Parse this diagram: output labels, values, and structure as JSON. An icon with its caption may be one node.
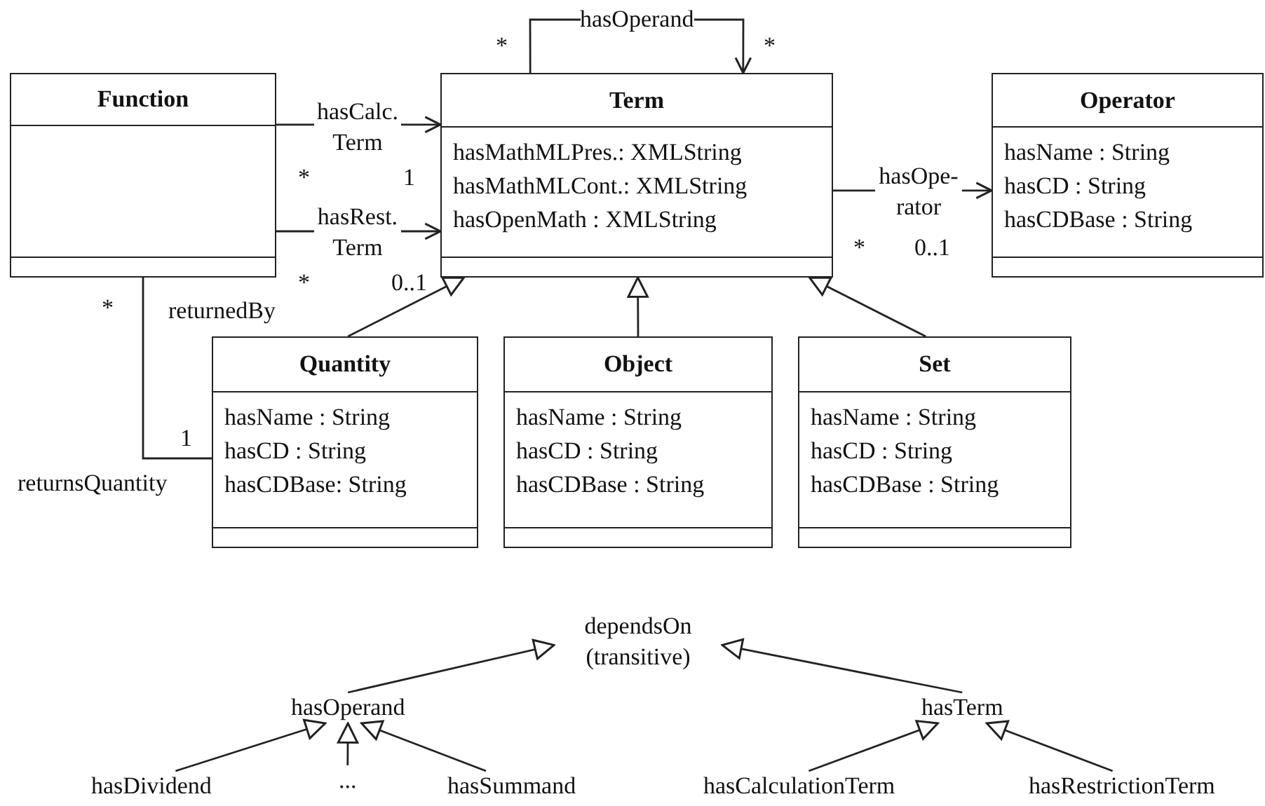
{
  "diagram": {
    "nodes": [
      {
        "text": [
          "Function"
        ]
      },
      {
        "text": [
          "Term",
          "hasMathMLPres.: XMLString",
          "hasMathMLCont.: XMLString",
          "hasOpenMath : XMLString"
        ]
      },
      {
        "text": [
          "Operator",
          "hasName : String",
          "hasCD : String",
          "hasCDBase : String"
        ]
      },
      {
        "text": [
          "Quantity",
          "hasName : String",
          "hasCD : String",
          "hasCDBase: String"
        ]
      },
      {
        "text": [
          "Object",
          "hasName : String",
          "hasCD : String",
          "hasCDBase : String"
        ]
      },
      {
        "text": [
          "Set",
          "hasName : String",
          "hasCD : String",
          "hasCDBase : String"
        ]
      },
      {
        "text": [
          "dependsOn (transitive)"
        ]
      },
      {
        "text": [
          "hasOperand"
        ]
      },
      {
        "text": [
          "hasTerm"
        ]
      },
      {
        "text": [
          "hasDividend"
        ]
      },
      {
        "text": [
          "..."
        ]
      },
      {
        "text": [
          "hasSummand"
        ]
      },
      {
        "text": [
          "hasCalculationTerm"
        ]
      },
      {
        "text": [
          "hasRestrictionTerm"
        ]
      }
    ],
    "edges": [
      {
        "from": 1,
        "to": 1,
        "arrow": "to",
        "label": "hasOperand"
      },
      {
        "from": 0,
        "to": 1,
        "arrow": "to",
        "label": "hasCalc. Term"
      },
      {
        "from": 0,
        "to": 1,
        "arrow": "to",
        "label": "hasRest. Term"
      },
      {
        "from": 1,
        "to": 2,
        "arrow": "to",
        "label": "hasOpe- rator"
      },
      {
        "from": 0,
        "to": 3,
        "arrow": "none",
        "label": "returnedBy"
      },
      {
        "from": 3,
        "to": 1,
        "arrow": "to"
      },
      {
        "from": 4,
        "to": 1,
        "arrow": "to"
      },
      {
        "from": 5,
        "to": 1,
        "arrow": "to"
      },
      {
        "from": 7,
        "to": 6,
        "arrow": "to"
      },
      {
        "from": 8,
        "to": 6,
        "arrow": "to"
      },
      {
        "from": 9,
        "to": 7,
        "arrow": "to"
      },
      {
        "from": 10,
        "to": 7,
        "arrow": "to"
      },
      {
        "from": 11,
        "to": 7,
        "arrow": "to"
      },
      {
        "from": 12,
        "to": 8,
        "arrow": "to"
      },
      {
        "from": 13,
        "to": 8,
        "arrow": "to"
      }
    ],
    "labels": [
      "*",
      "*",
      "*",
      "1",
      "*",
      "0..1",
      "*",
      "0..1",
      "*",
      "1",
      "returnsQuantity"
    ]
  }
}
